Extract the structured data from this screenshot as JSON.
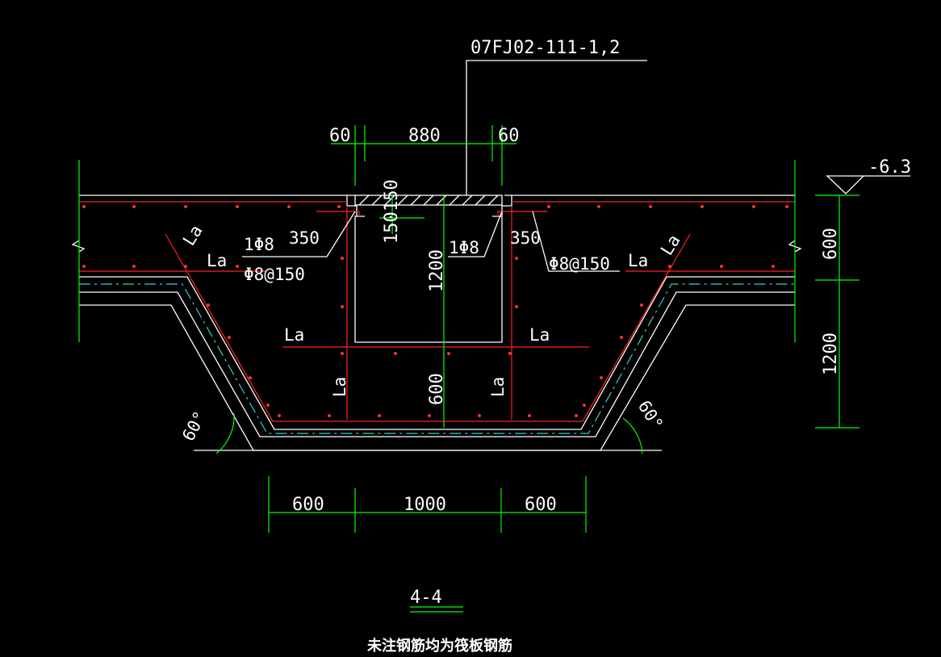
{
  "reference": "07FJ02-111-1,2",
  "elevation": "-6.3",
  "dims": {
    "top_left": "60",
    "top_mid": "880",
    "top_right": "60",
    "cover_thk_a": "150",
    "cover_thk_b": "150",
    "sump_depth": "1200",
    "below_sump": "600",
    "right_upper": "600",
    "right_lower": "1200",
    "bottom_left": "600",
    "bottom_mid": "1000",
    "bottom_right": "600"
  },
  "labels": {
    "la": "La",
    "bar_1phi8": "1Φ8",
    "len_350": "350",
    "bar_phi8_150": "Φ8@150",
    "angle_60": "60°"
  },
  "section_title": "4-4",
  "note": "未注钢筋均为筏板钢筋",
  "colors": {
    "background": "#000000",
    "outline": "#ffffff",
    "dimension": "#00ff00",
    "rebar": "#ff2020",
    "waterproof": "#2fd3d3"
  }
}
